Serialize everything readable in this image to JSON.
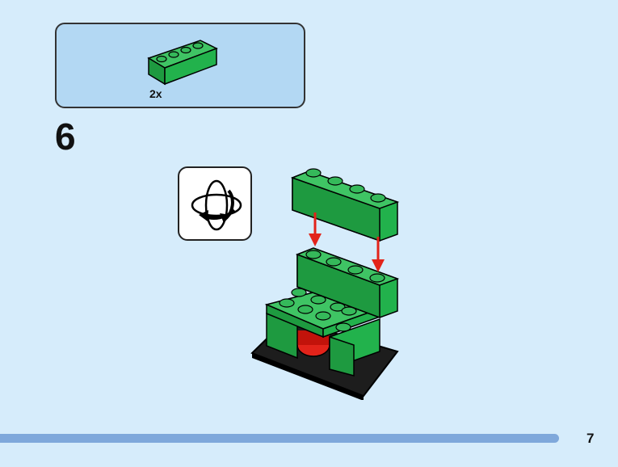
{
  "parts_callout": {
    "quantity": "2x",
    "part_icon": "green-brick-1x4-icon"
  },
  "step": {
    "number": "6"
  },
  "rotate_indicator": {
    "icon": "rotate-model-icon"
  },
  "page": {
    "number": "7"
  },
  "colors": {
    "background": "#d6ecfb",
    "callout_background": "#b3d8f3",
    "brick_green": "#22b24c",
    "arrow_red": "#e2231a",
    "progress_bar": "#7fa8db"
  }
}
